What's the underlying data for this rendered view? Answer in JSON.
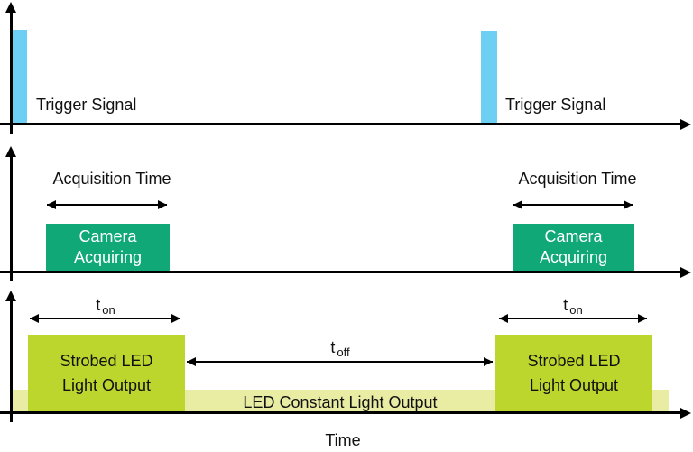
{
  "diagram": {
    "trigger": {
      "label": "Trigger Signal"
    },
    "camera": {
      "acquisition_label": "Acquisition Time",
      "box_line1": "Camera",
      "box_line2": "Acquiring"
    },
    "led": {
      "t_symbol": "t",
      "t_on_sub": "on",
      "t_off_sub": "off",
      "strobed_line1": "Strobed LED",
      "strobed_line2": "Light Output",
      "constant_label": "LED Constant Light Output"
    },
    "time_axis_label": "Time"
  },
  "colors": {
    "trigger_pulse": "#6dcff4",
    "camera_box": "#0fa876",
    "camera_box_text": "#ffffff",
    "strobed_box": "#bdd62e",
    "constant_band": "#e9eda4",
    "axis": "#000000",
    "text": "#111111"
  }
}
